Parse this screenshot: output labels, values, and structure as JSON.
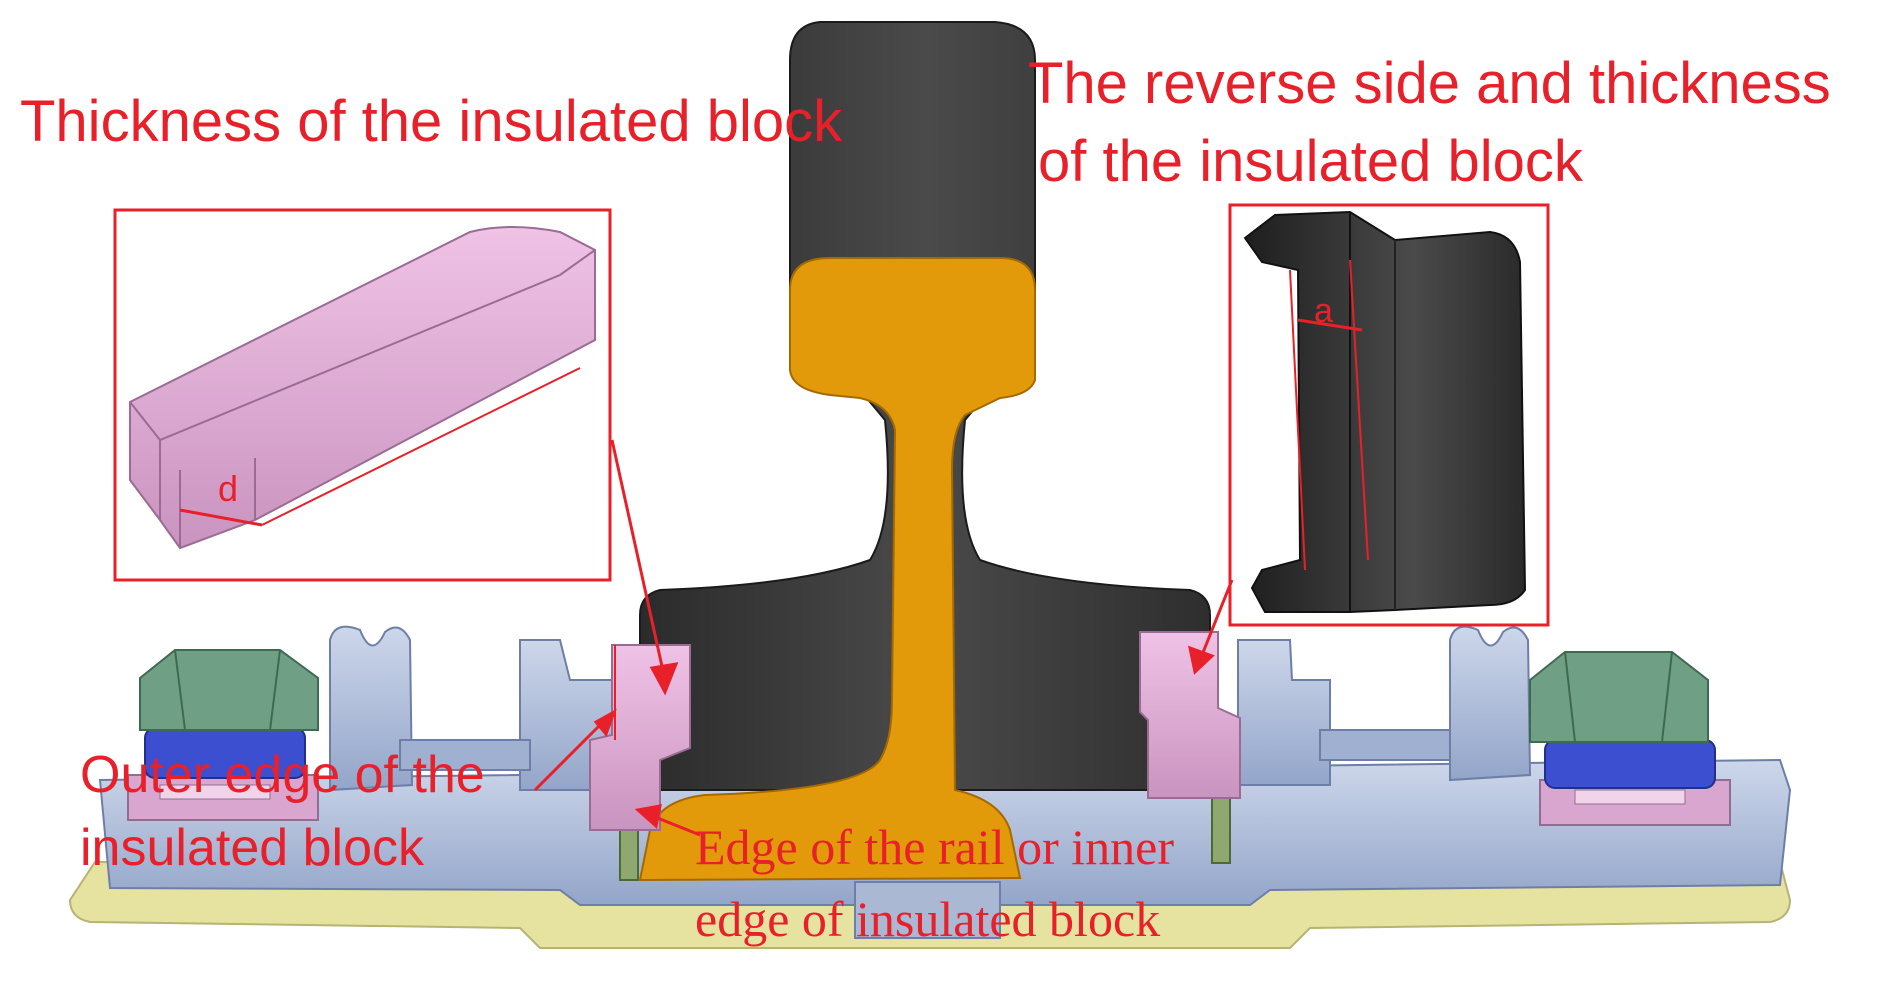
{
  "labels": {
    "thickness": "Thickness of the insulated block",
    "reverse_line1": "The reverse side and thickness",
    "reverse_line2": "of the insulated block",
    "outer_line1": "Outer edge of the",
    "outer_line2": "insulated block",
    "rail_edge_line1": "Edge of the rail or  inner",
    "rail_edge_line2": "edge of insulated block",
    "dim_d": "d",
    "dim_a": "a"
  },
  "colors": {
    "annotation": "#e8202a",
    "rail": "#e39a0a",
    "rail_dark": "#3a3a3a",
    "base_plate": "#e6e3a0",
    "clip_body": "#b5c3dc",
    "insulated_block": "#d8a8cf",
    "bolt": "#6f9f84",
    "washer": "#3b4fd0"
  }
}
